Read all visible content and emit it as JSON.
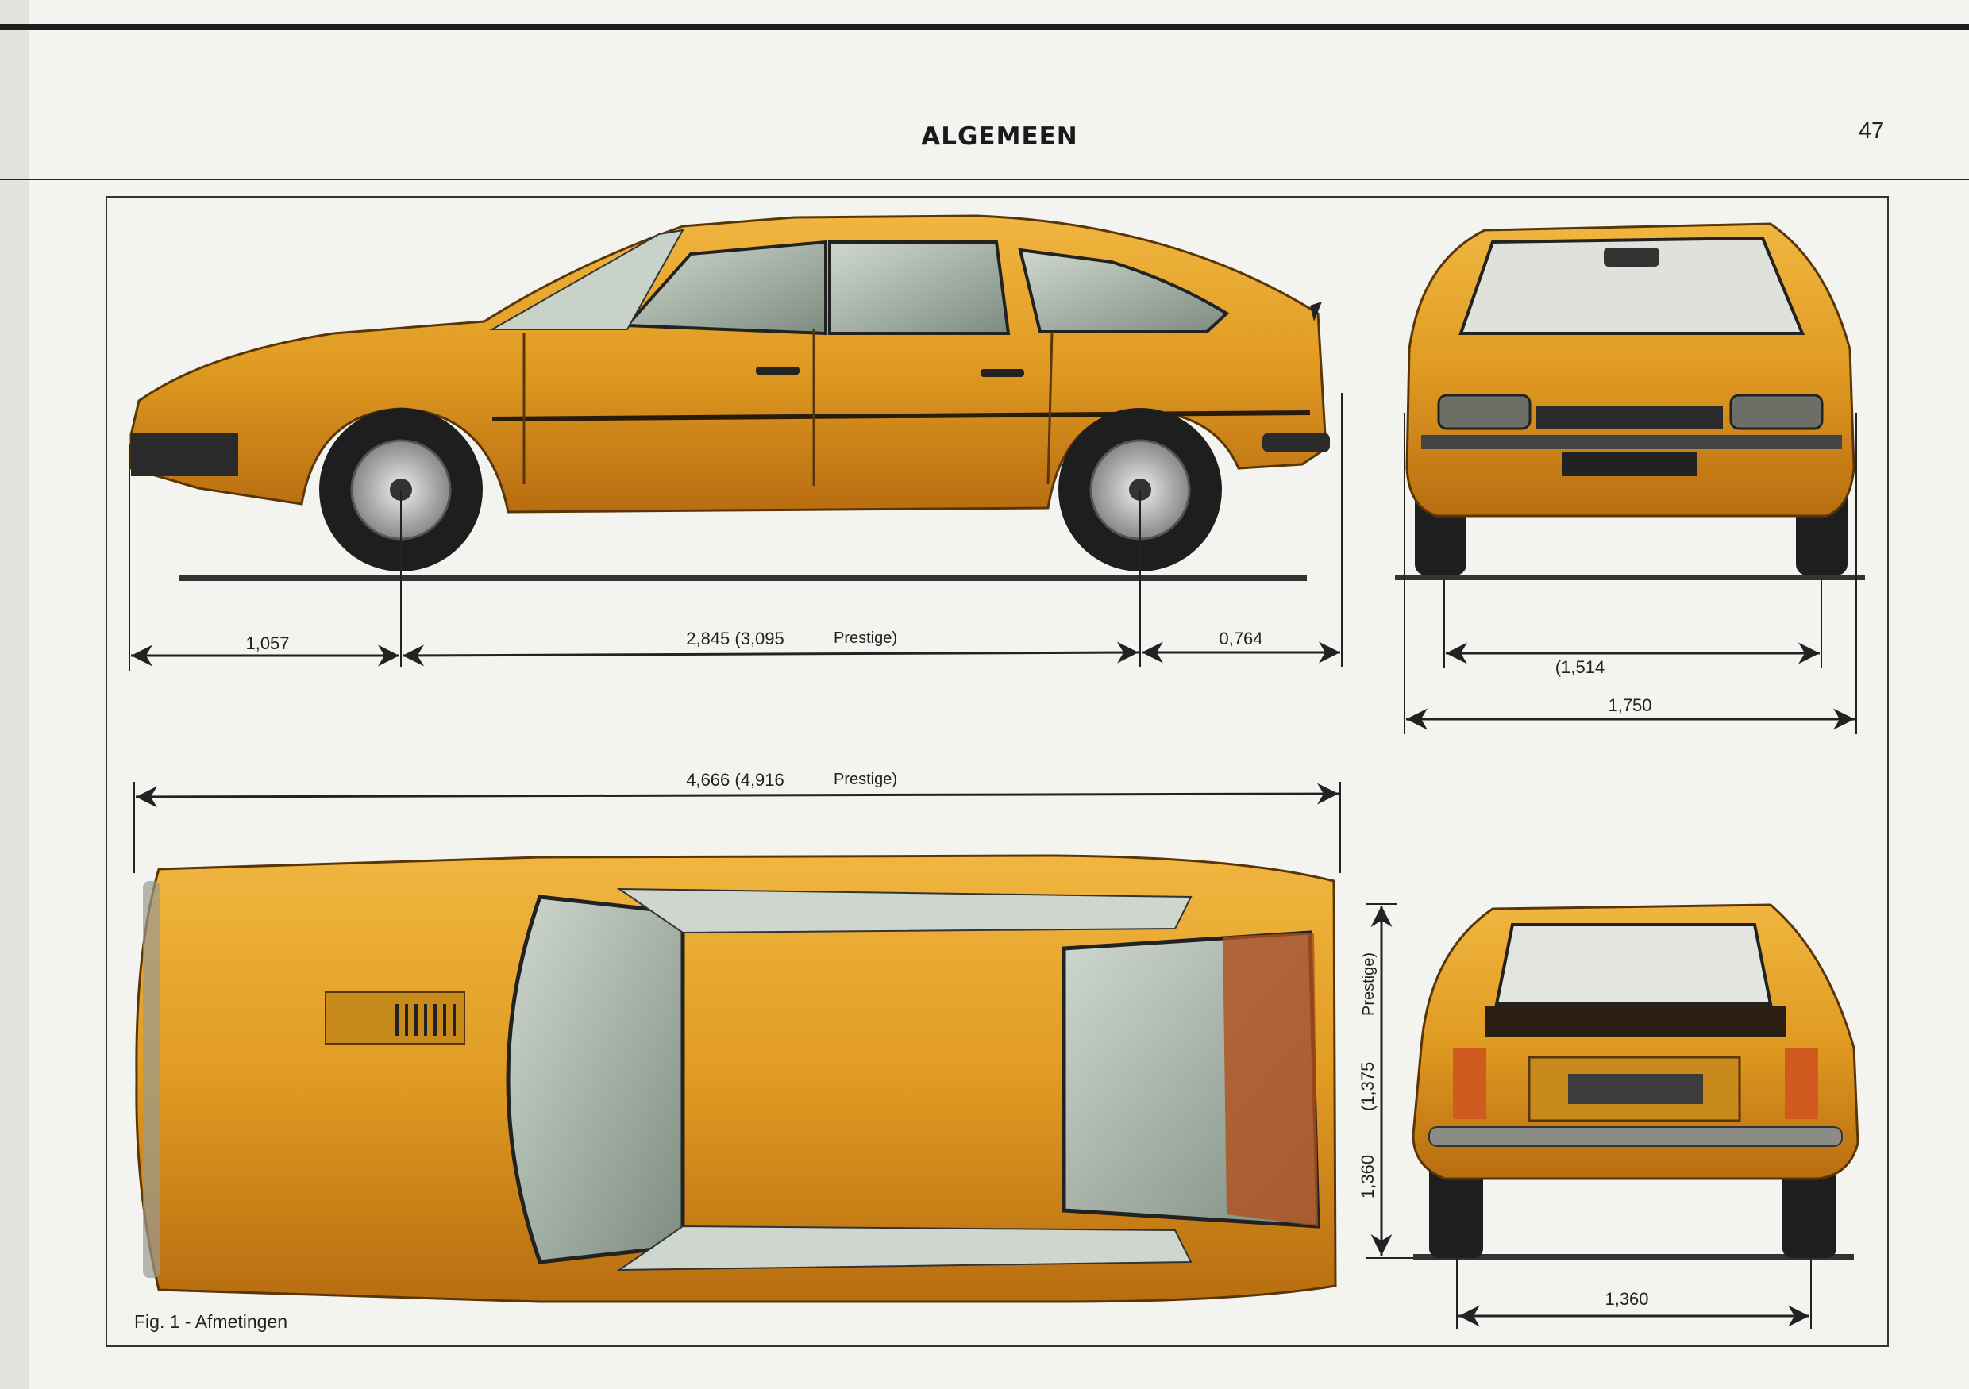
{
  "header": {
    "title": "ALGEMEEN",
    "page_number": "47"
  },
  "dimensions": {
    "front_overhang": "1,057",
    "wheelbase": "2,845 (3,095",
    "wheelbase_note": "Prestige)",
    "rear_overhang": "0,764",
    "overall_length": "4,666 (4,916",
    "overall_length_note": "Prestige)",
    "front_track": "(1,514",
    "overall_width": "1,750",
    "rear_track": "1,360",
    "height": "1,360",
    "height_prestige": "(1,375",
    "height_note": "Prestige)"
  },
  "caption": "Fig. 1 - Afmetingen",
  "colors": {
    "body": "#e0a02a",
    "paper": "#f3f3f0",
    "ink": "#222222"
  }
}
